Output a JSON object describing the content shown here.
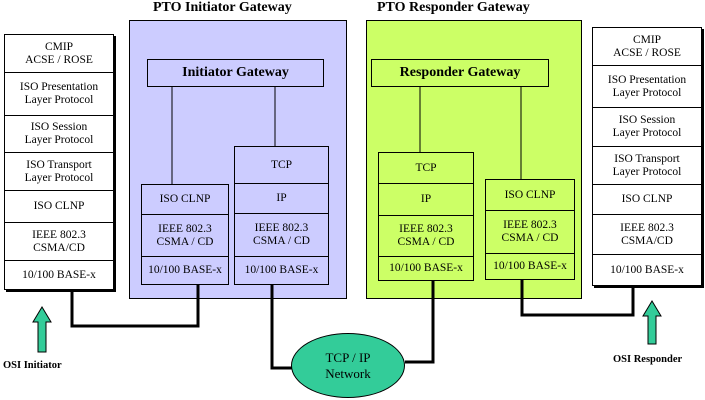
{
  "colors": {
    "initiator_bg": "#ccccff",
    "responder_bg": "#ccff66",
    "network_fill": "#33cc99",
    "arrow": "#33cc99",
    "line": "#000000"
  },
  "titles": {
    "initiator": "PTO Initiator Gateway",
    "responder": "PTO Responder Gateway"
  },
  "gateways": {
    "initiator": "Initiator Gateway",
    "responder": "Responder Gateway"
  },
  "stacks": {
    "osi_initiator": [
      "CMIP\nACSE / ROSE",
      "ISO Presentation\nLayer Protocol",
      "ISO Session\nLayer Protocol",
      "ISO Transport\nLayer Protocol",
      "ISO CLNP",
      "IEEE 802.3\nCSMA/CD",
      "10/100 BASE-x"
    ],
    "osi_responder": [
      "CMIP\nACSE / ROSE",
      "ISO Presentation\nLayer Protocol",
      "ISO Session\nLayer Protocol",
      "ISO Transport\nLayer Protocol",
      "ISO CLNP",
      "IEEE 802.3\nCSMA/CD",
      "10/100 BASE-x"
    ],
    "init_clnp": [
      "ISO CLNP",
      "IEEE 802.3\nCSMA / CD",
      "10/100 BASE-x"
    ],
    "init_tcp": [
      "TCP",
      "IP",
      "IEEE 802.3\nCSMA / CD",
      "10/100 BASE-x"
    ],
    "resp_tcp": [
      "TCP",
      "IP",
      "IEEE 802.3\nCSMA / CD",
      "10/100 BASE-x"
    ],
    "resp_clnp": [
      "ISO CLNP",
      "IEEE 802.3\nCSMA / CD",
      "10/100 BASE-x"
    ]
  },
  "network": "TCP / IP\nNetwork",
  "captions": {
    "osi_initiator": "OSI Initiator",
    "osi_responder": "OSI Responder"
  },
  "icons": {
    "up_arrow": "up-arrow-icon"
  }
}
